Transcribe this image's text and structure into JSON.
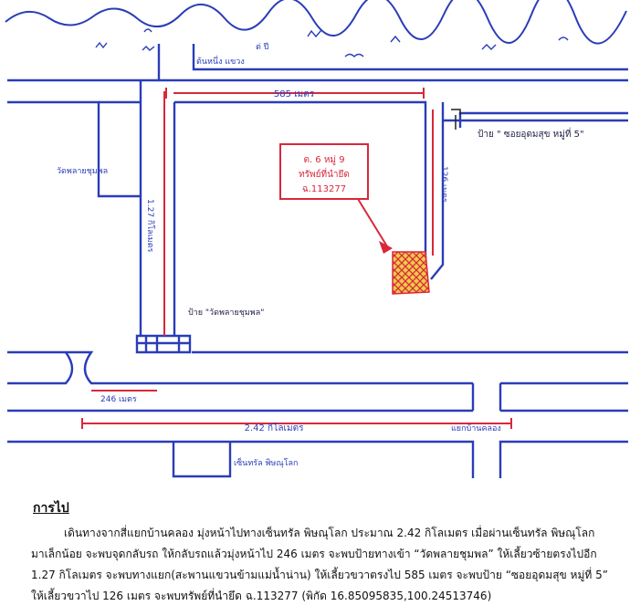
{
  "map": {
    "labels": {
      "river_bank_left": "ต้นหนึ่ง แขวง",
      "river_bank_right": "ต่ ปี",
      "top_road_distance": "585 เมตร",
      "right_road_distance": "126 เมตร",
      "left_road_distance": "1.27 กิโลเมตร",
      "bottom_left_distance": "246 เมตร",
      "main_road_distance": "2.42 กิโลเมตร",
      "school_sign": "ป้าย \" ซอยอุดมสุข หมู่ที่ 5\"",
      "property_line1": "ต. 6 หมู่ 9",
      "property_line2": "ทรัพย์ที่นำยึด",
      "property_line3": "ฉ.113277",
      "temple_left": "วัดพลายชุมพล",
      "temple_sign": "ป้าย \"วัดพลายชุมพล\"",
      "junction": "แยกบ้านคลอง",
      "central": "เซ็นทรัล พิษณุโลก"
    }
  },
  "notes": {
    "heading": "การไป",
    "lines": [
      "เดินทางจากสี่แยกบ้านคลอง มุ่งหน้าไปทางเซ็นทรัล พิษณุโลก ประมาณ 2.42 กิโลเมตร เมื่อผ่านเซ็นทรัล พิษณุโลก",
      "มาเล็กน้อย จะพบจุดกลับรถ ให้กลับรถแล้วมุ่งหน้าไป 246 เมตร จะพบป้ายทางเข้า “วัดพลายชุมพล” ให้เลี้ยวซ้ายตรงไปอีก",
      "1.27 กิโลเมตร จะพบทางแยก(สะพานแขวนข้ามแม่น้ำน่าน) ให้เลี้ยวขวาตรงไป 585 เมตร จะพบป้าย “ซอยอุดมสุข หมู่ที่ 5”",
      "ให้เลี้ยวขวาไป 126 เมตร    จะพบทรัพย์ที่นำยึด ฉ.113277 (พิกัด 16.85095835,100.24513746)"
    ]
  },
  "colors": {
    "road": "#2a3db8",
    "dimension": "#d8283b",
    "property_box": "#d8283b",
    "property_fill": "#f0c94a",
    "hatch": "#d8283b"
  }
}
